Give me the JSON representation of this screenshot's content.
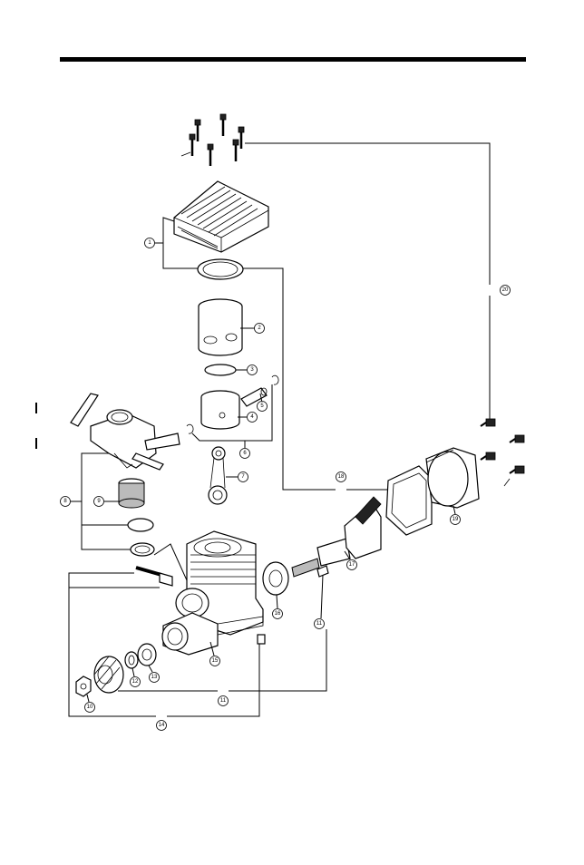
{
  "callouts": [
    {
      "name": "callout-1",
      "text": "1"
    },
    {
      "name": "callout-2",
      "text": "2"
    },
    {
      "name": "callout-3",
      "text": "3"
    },
    {
      "name": "callout-4",
      "text": "4"
    },
    {
      "name": "callout-5",
      "text": "5"
    },
    {
      "name": "callout-6",
      "text": "6"
    },
    {
      "name": "callout-7",
      "text": "7"
    },
    {
      "name": "callout-8",
      "text": "8"
    },
    {
      "name": "callout-9",
      "text": "9"
    },
    {
      "name": "callout-10",
      "text": "10"
    },
    {
      "name": "callout-11-crank",
      "text": "11"
    },
    {
      "name": "callout-11-bottom",
      "text": "11"
    },
    {
      "name": "callout-12",
      "text": "12"
    },
    {
      "name": "callout-13",
      "text": "13"
    },
    {
      "name": "callout-14",
      "text": "14"
    },
    {
      "name": "callout-15",
      "text": "15"
    },
    {
      "name": "callout-16",
      "text": "16"
    },
    {
      "name": "callout-17",
      "text": "17"
    },
    {
      "name": "callout-18",
      "text": "18"
    },
    {
      "name": "callout-19",
      "text": "19"
    },
    {
      "name": "callout-20",
      "text": "20"
    }
  ]
}
